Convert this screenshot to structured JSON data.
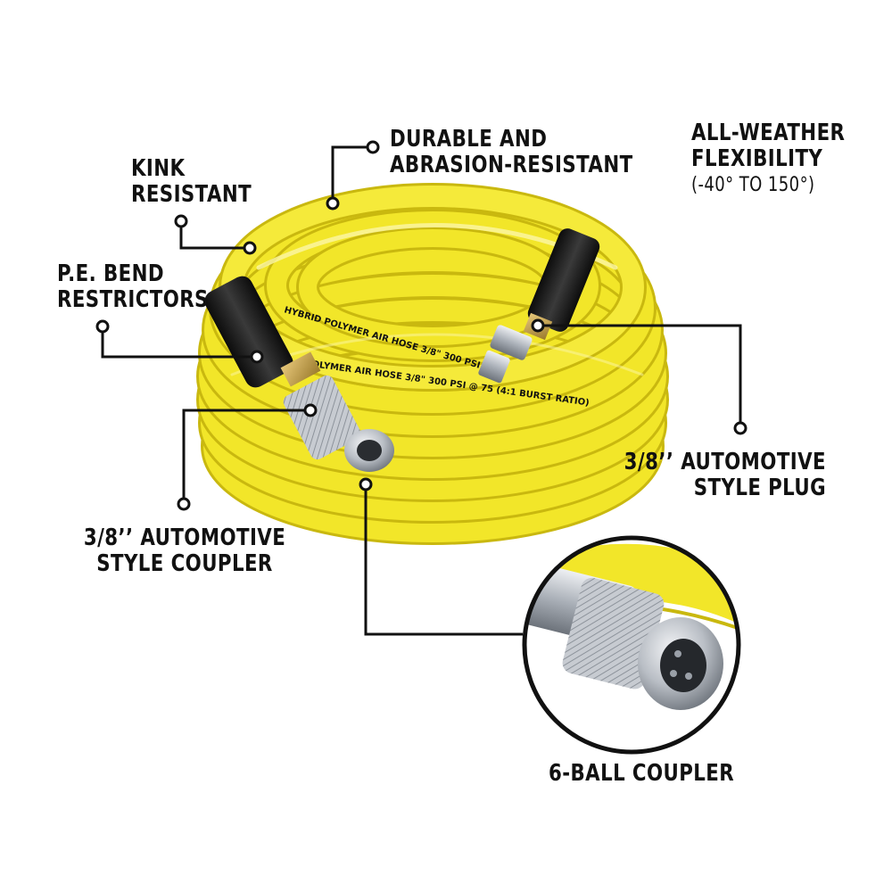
{
  "callouts": {
    "durable": {
      "line1": "DURABLE AND",
      "line2": "ABRASION-RESISTANT"
    },
    "all_weather": {
      "line1": "ALL-WEATHER",
      "line2": "FLEXIBILITY",
      "line3": "(-40° TO 150°)"
    },
    "kink": {
      "line1": "KINK",
      "line2": "RESISTANT"
    },
    "bend": {
      "line1": "P.E. BEND",
      "line2": "RESTRICTORS"
    },
    "plug": {
      "line1": "3/8’’ AUTOMOTIVE",
      "line2": "STYLE PLUG"
    },
    "coupler": {
      "line1": "3/8’’ AUTOMOTIVE",
      "line2": "STYLE COUPLER"
    },
    "six_ball": {
      "line1": "6-BALL COUPLER"
    }
  },
  "hose_print": {
    "outer": "HYBRID POLYMER AIR HOSE 3/8\" 300 PSI",
    "inner": "POLYMER AIR HOSE 3/8\" 300 PSI @ 75 (4:1 BURST RATIO)"
  },
  "colors": {
    "hose_yellow": "#f2e629",
    "hose_shadow": "#c9b80f",
    "ink": "#111111",
    "fitting_black": "#1b1b1b",
    "metal": "#c8ccd2"
  }
}
